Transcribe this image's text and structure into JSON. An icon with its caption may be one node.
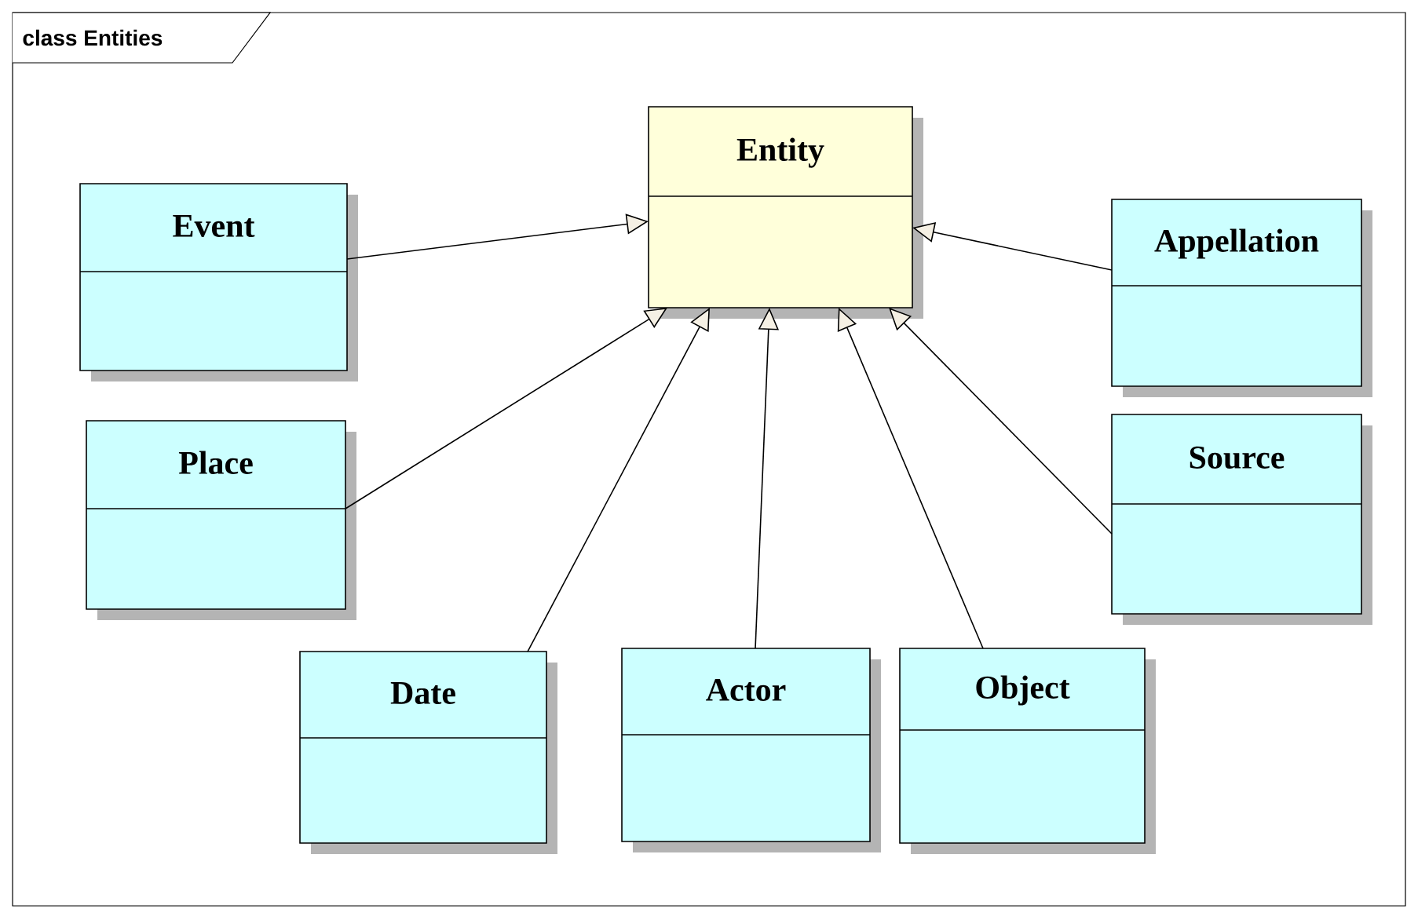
{
  "diagram": {
    "nodes": [
      {
        "text": [
          "class Entities"
        ]
      },
      {
        "text": [
          "Entity"
        ],
        "in": 0
      },
      {
        "text": [
          "Event"
        ],
        "in": 0
      },
      {
        "text": [
          "Appellation"
        ],
        "in": 0
      },
      {
        "text": [
          "Place"
        ],
        "in": 0
      },
      {
        "text": [
          "Source"
        ],
        "in": 0
      },
      {
        "text": [
          "Date"
        ],
        "in": 0
      },
      {
        "text": [
          "Actor"
        ],
        "in": 0
      },
      {
        "text": [
          "Object"
        ],
        "in": 0
      }
    ],
    "edges": [
      {
        "from": 2,
        "to": 1,
        "arrow": "to"
      },
      {
        "from": 3,
        "to": 1,
        "arrow": "to"
      },
      {
        "from": 4,
        "to": 1,
        "arrow": "to"
      },
      {
        "from": 5,
        "to": 1,
        "arrow": "to"
      },
      {
        "from": 6,
        "to": 1,
        "arrow": "to"
      },
      {
        "from": 7,
        "to": 1,
        "arrow": "to"
      },
      {
        "from": 8,
        "to": 1,
        "arrow": "to"
      }
    ]
  }
}
